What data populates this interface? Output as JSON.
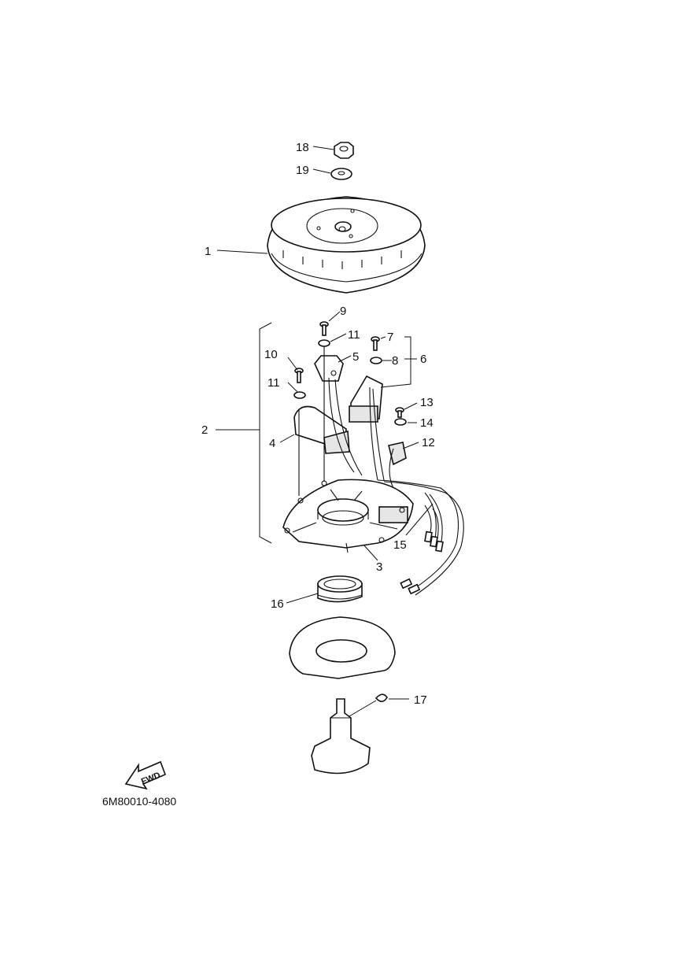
{
  "diagram_code": "6M80010-4080",
  "fwd_label": "FWD",
  "callouts": [
    {
      "id": "c18",
      "text": "18"
    },
    {
      "id": "c19",
      "text": "19"
    },
    {
      "id": "c1",
      "text": "1"
    },
    {
      "id": "c9",
      "text": "9"
    },
    {
      "id": "c11a",
      "text": "11"
    },
    {
      "id": "c7",
      "text": "7"
    },
    {
      "id": "c10",
      "text": "10"
    },
    {
      "id": "c5",
      "text": "5"
    },
    {
      "id": "c8",
      "text": "8"
    },
    {
      "id": "c6",
      "text": "6"
    },
    {
      "id": "c11b",
      "text": "11"
    },
    {
      "id": "c13",
      "text": "13"
    },
    {
      "id": "c14",
      "text": "14"
    },
    {
      "id": "c2",
      "text": "2"
    },
    {
      "id": "c4",
      "text": "4"
    },
    {
      "id": "c12",
      "text": "12"
    },
    {
      "id": "c15",
      "text": "15"
    },
    {
      "id": "c3",
      "text": "3"
    },
    {
      "id": "c16",
      "text": "16"
    },
    {
      "id": "c17",
      "text": "17"
    }
  ]
}
